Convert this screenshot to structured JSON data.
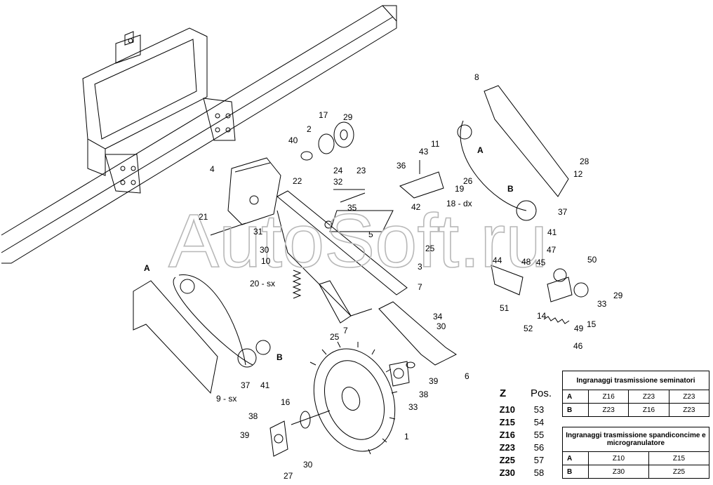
{
  "watermark": "AutoSoft.ru",
  "part_labels": {
    "p1": "1",
    "p2": "2",
    "p3": "3",
    "p4": "4",
    "p5": "5",
    "p6": "6",
    "p7a": "7",
    "p7b": "7",
    "p8": "8",
    "p9sx": "9 - sx",
    "p10": "10",
    "p11": "11",
    "p12": "12",
    "p14": "14",
    "p15": "15",
    "p16": "16",
    "p17": "17",
    "p18dx": "18 - dx",
    "p19": "19",
    "p20sx": "20 - sx",
    "p21": "21",
    "p22": "22",
    "p23": "23",
    "p24": "24",
    "p25a": "25",
    "p25b": "25",
    "p26": "26",
    "p27": "27",
    "p28": "28",
    "p29a": "29",
    "p29b": "29",
    "p30a": "30",
    "p30b": "30",
    "p30c": "30",
    "p31": "31",
    "p32": "32",
    "p33a": "33",
    "p33b": "33",
    "p34": "34",
    "p35": "35",
    "p36": "36",
    "p37a": "37",
    "p37b": "37",
    "p38a": "38",
    "p38b": "38",
    "p39a": "39",
    "p39b": "39",
    "p40": "40",
    "p41a": "41",
    "p41b": "41",
    "p42": "42",
    "p43": "43",
    "p44": "44",
    "p45": "45",
    "p46": "46",
    "p47": "47",
    "p48": "48",
    "p49": "49",
    "p50": "50",
    "p51": "51",
    "p52": "52",
    "gearA_left": "A",
    "gearB_left": "B",
    "gearA_right": "A",
    "gearB_right": "B"
  },
  "z_table": {
    "z_header": "Z",
    "pos_header": "Pos.",
    "rows": [
      {
        "z": "Z10",
        "pos": "53"
      },
      {
        "z": "Z15",
        "pos": "54"
      },
      {
        "z": "Z16",
        "pos": "55"
      },
      {
        "z": "Z23",
        "pos": "56"
      },
      {
        "z": "Z25",
        "pos": "57"
      },
      {
        "z": "Z30",
        "pos": "58"
      }
    ]
  },
  "gear_table_seeders": {
    "title": "Ingranaggi trasmissione seminatori",
    "rows": [
      {
        "label": "A",
        "values": [
          "Z16",
          "Z23",
          "Z23"
        ]
      },
      {
        "label": "B",
        "values": [
          "Z23",
          "Z16",
          "Z23"
        ]
      }
    ]
  },
  "gear_table_fertilizer": {
    "title": "Ingranaggi trasmissione spandiconcime e microgranulatore",
    "rows": [
      {
        "label": "A",
        "values": [
          "Z10",
          "Z15"
        ]
      },
      {
        "label": "B",
        "values": [
          "Z30",
          "Z25"
        ]
      }
    ]
  }
}
